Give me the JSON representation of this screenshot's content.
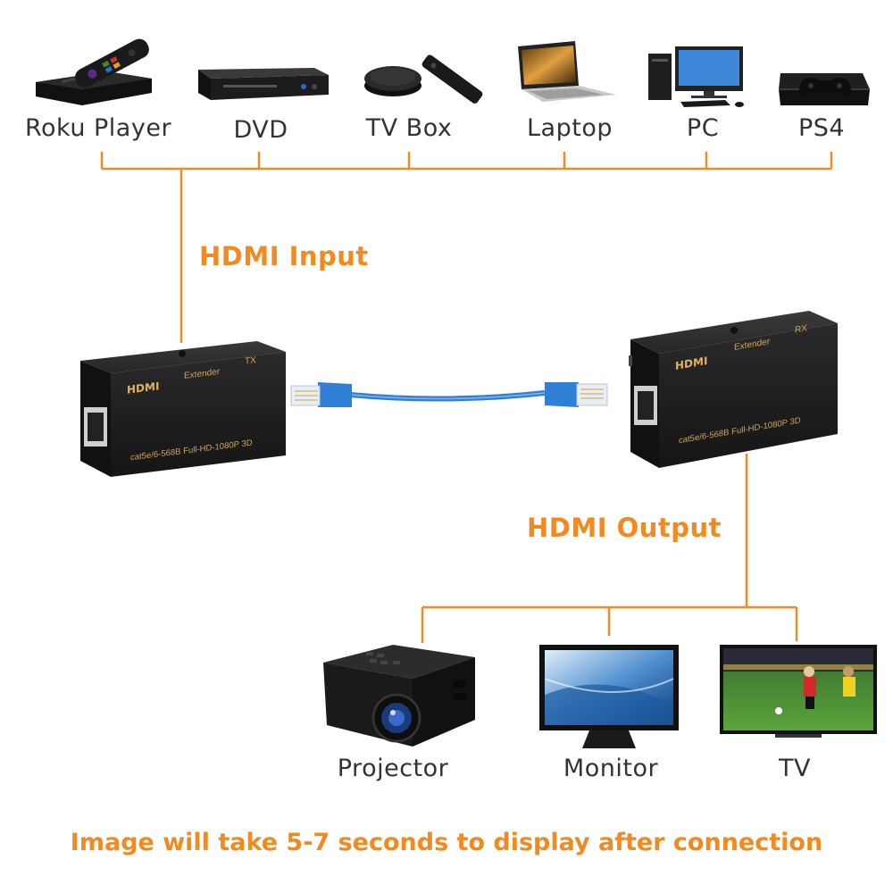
{
  "sources": [
    {
      "label": "Roku Player",
      "icon": "roku-player-icon"
    },
    {
      "label": "DVD",
      "icon": "dvd-player-icon"
    },
    {
      "label": "TV Box",
      "icon": "tv-box-icon"
    },
    {
      "label": "Laptop",
      "icon": "laptop-icon"
    },
    {
      "label": "PC",
      "icon": "pc-icon"
    },
    {
      "label": "PS4",
      "icon": "ps4-icon"
    }
  ],
  "input_label": "HDMI Input",
  "output_label": "HDMI Output",
  "transmitter": {
    "brand": "HDMI",
    "name": "Extender",
    "mode": "TX",
    "spec": "cat5e/6-568B Full-HD-1080P 3D"
  },
  "receiver": {
    "brand": "HDMI",
    "name": "Extender",
    "mode": "RX",
    "spec": "cat5e/6-568B Full-HD-1080P 3D"
  },
  "displays": [
    {
      "label": "Projector",
      "icon": "projector-icon"
    },
    {
      "label": "Monitor",
      "icon": "monitor-icon"
    },
    {
      "label": "TV",
      "icon": "tv-icon"
    }
  ],
  "footer_note": "Image will take 5-7 seconds to display after connection",
  "colors": {
    "accent": "#f18a21",
    "cable": "#2f7fd6",
    "device": "#1f1f1f",
    "text": "#333333"
  }
}
